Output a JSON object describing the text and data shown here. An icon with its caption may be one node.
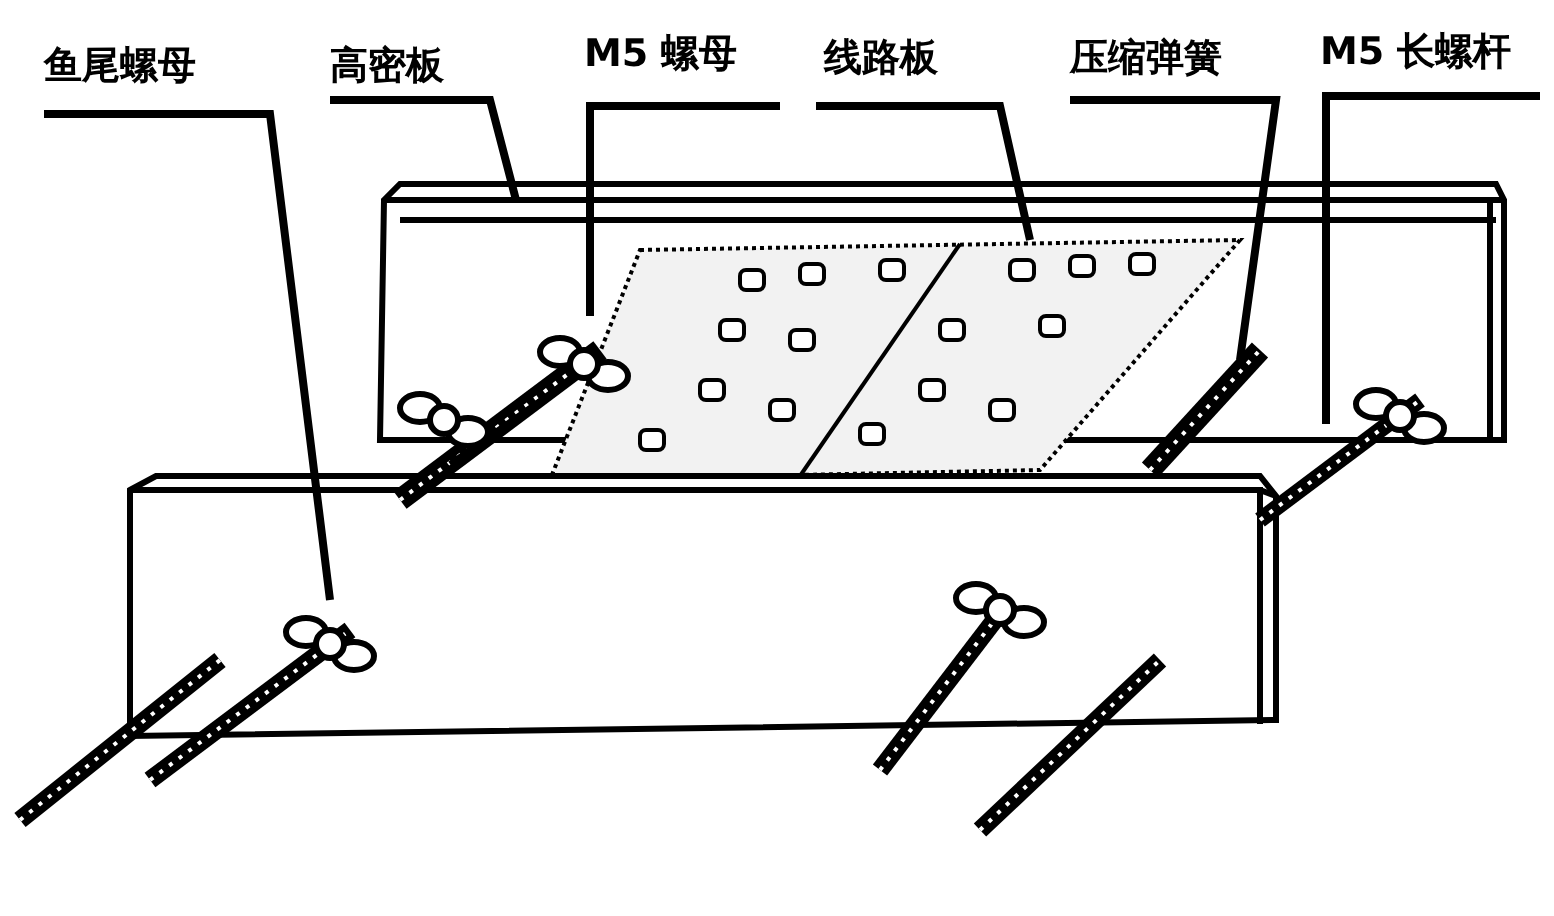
{
  "diagram": {
    "nodes": [
      {
        "text": [
          "鱼尾螺母"
        ]
      },
      {
        "text": [
          "高密板"
        ]
      },
      {
        "text": [
          "M5 螺母"
        ]
      },
      {
        "text": [
          "线路板"
        ]
      },
      {
        "text": [
          "压缩弹簧"
        ]
      },
      {
        "text": [
          "M5 长螺杆"
        ]
      }
    ],
    "edges": [
      {
        "from": 0,
        "to": null,
        "arrow": "none"
      },
      {
        "from": 1,
        "to": null,
        "arrow": "none"
      },
      {
        "from": 2,
        "to": null,
        "arrow": "none"
      },
      {
        "from": 3,
        "to": null,
        "arrow": "none"
      },
      {
        "from": 4,
        "to": null,
        "arrow": "none"
      },
      {
        "from": 5,
        "to": null,
        "arrow": "none"
      }
    ]
  }
}
